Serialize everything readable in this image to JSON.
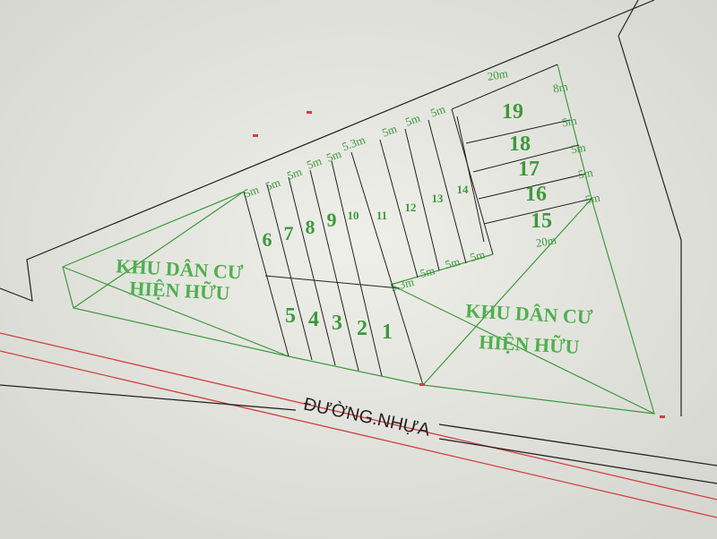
{
  "road_label": "ĐƯỜNG.NHỰA",
  "zones": [
    {
      "line1": "KHU DÂN CƯ",
      "line2": "HIỆN HỮU"
    },
    {
      "line1": "KHU DÂN CƯ",
      "line2": "HIỆN HỮU"
    }
  ],
  "lots_top": [
    "6",
    "7",
    "8",
    "9",
    "10",
    "11",
    "12",
    "13",
    "14"
  ],
  "lots_bottom": [
    "5",
    "4",
    "3",
    "2",
    "1"
  ],
  "lots_right": [
    "19",
    "18",
    "17",
    "16",
    "15"
  ],
  "dims_top": [
    "5m",
    "5m",
    "5m",
    "5m",
    "5m",
    "5.3m",
    "5m",
    "5m",
    "5m"
  ],
  "dims_right": [
    "8m",
    "5m",
    "5m",
    "5m",
    "5m"
  ],
  "dims_misc": [
    "20m",
    "20m",
    "5m",
    "5m",
    "5m",
    "5.3m"
  ],
  "colors": {
    "green": "#3c9a3c",
    "road_red": "#d04040",
    "ink": "#222222",
    "bg": "#e9e9e4"
  }
}
